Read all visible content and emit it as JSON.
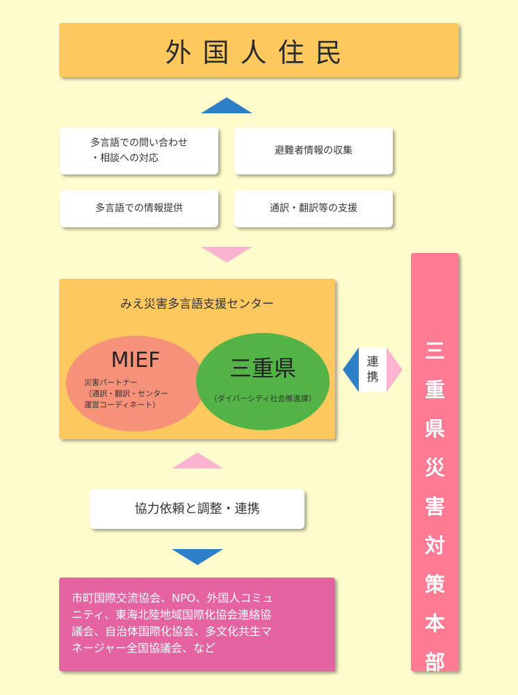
{
  "title": "外国人住民",
  "cards": {
    "inquiry_line1": "多言語での問い合わせ",
    "inquiry_line2": "・相談への対応",
    "evacuee_info": "避難者情報の収集",
    "multilingual_info": "多言語での情報提供",
    "translation_support": "通訳・翻訳等の支援"
  },
  "center": {
    "title": "みえ災害多言語支援センター",
    "mief": {
      "name": "MIEF",
      "line1": "災害パートナー",
      "line2": "（通訳・翻訳・センター",
      "line3": "運営コーディネート）"
    },
    "mie": {
      "name": "三重県",
      "sub": "（ダイバーシティ社会推進課）"
    }
  },
  "renkei": {
    "char1": "連",
    "char2": "携"
  },
  "hq": {
    "chars": [
      "三",
      "重",
      "県",
      "災",
      "害",
      "対",
      "策",
      "本",
      "部"
    ]
  },
  "cooperation": "協力依頼と調整・連携",
  "partners": {
    "line1": "市町国際交流協会、NPO、外国人コミュ",
    "line2": "ニティ、東海北陸地域国際化協会連絡協",
    "line3": "議会、自治体国際化協会、多文化共生マ",
    "line4": "ネージャー全国協議会、など"
  },
  "colors": {
    "background": "#fefccc",
    "orange": "#fdc85e",
    "blue_arrow": "#2d7fc7",
    "pink_arrow": "#fbb4d0",
    "hq_pink": "#fe7b93",
    "mief_salmon": "#f6927a",
    "mie_green": "#54b346",
    "partners_magenta": "#e663a2"
  }
}
